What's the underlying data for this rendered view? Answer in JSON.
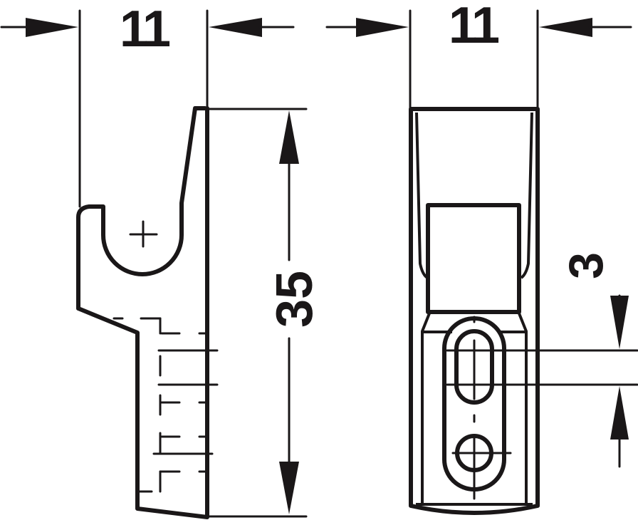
{
  "drawing": {
    "type": "technical-drawing",
    "subject": "hook bracket, side view and front view",
    "line_color": "#1a1718",
    "background": "#ffffff",
    "units": "mm"
  },
  "side_view": {
    "width_dimension": "11",
    "height_dimension": "35"
  },
  "front_view": {
    "width_dimension": "11",
    "slot_offset_dimension": "3"
  }
}
